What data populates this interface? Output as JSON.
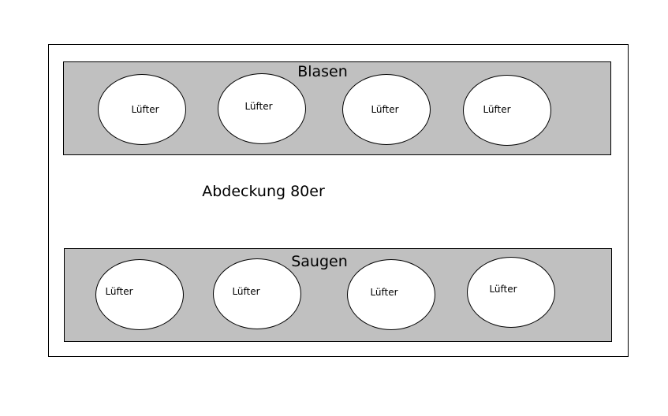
{
  "top_section": {
    "title": "Blasen",
    "fans": [
      "Lüfter",
      "Lüfter",
      "Lüfter",
      "Lüfter"
    ]
  },
  "center_label": "Abdeckung 80er",
  "bottom_section": {
    "title": "Saugen",
    "fans": [
      "Lüfter",
      "Lüfter",
      "Lüfter",
      "Lüfter"
    ]
  }
}
